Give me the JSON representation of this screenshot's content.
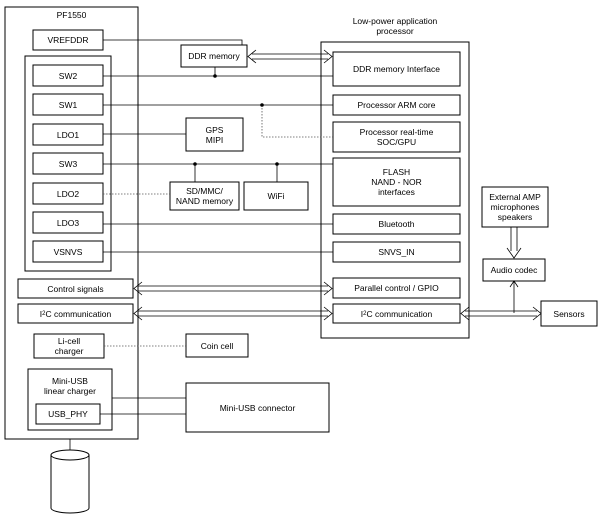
{
  "pmic": {
    "title": "PF1550",
    "vrefddr": "VREFDDR",
    "rails": [
      "SW2",
      "SW1",
      "LDO1",
      "SW3",
      "LDO2",
      "LDO3",
      "VSNVS"
    ],
    "control_signals": "Control signals",
    "i2c_prefix": "I",
    "i2c_sup": "2",
    "i2c_suffix": "C communication",
    "li_cell": "Li-cell\ncharger",
    "mini_usb": "Mini-USB\nlinear charger",
    "usb_phy": "USB_PHY"
  },
  "middle": {
    "ddr_memory": "DDR memory",
    "gps": "GPS\nMIPI",
    "sd": "SD/MMC/\nNAND memory",
    "wifi": "WiFi",
    "coin_cell": "Coin cell",
    "mini_usb_connector": "Mini-USB connector"
  },
  "processor": {
    "title": "Low-power application\nprocessor",
    "ddr_interface": "DDR memory Interface",
    "arm_core": "Processor ARM core",
    "realtime": "Processor real-time\nSOC/GPU",
    "flash": "FLASH\nNAND - NOR\ninterfaces",
    "bluetooth": "Bluetooth",
    "snvs_in": "SNVS_IN",
    "parallel": "Parallel control / GPIO",
    "i2c_prefix": "I",
    "i2c_sup": "2",
    "i2c_suffix": "C communication"
  },
  "right": {
    "amp": "External AMP\nmicrophones\nspeakers",
    "audio_codec": "Audio codec",
    "sensors": "Sensors"
  },
  "colors": {
    "line": "#000000",
    "dotted": "#666666",
    "gray_line": "#888888"
  }
}
